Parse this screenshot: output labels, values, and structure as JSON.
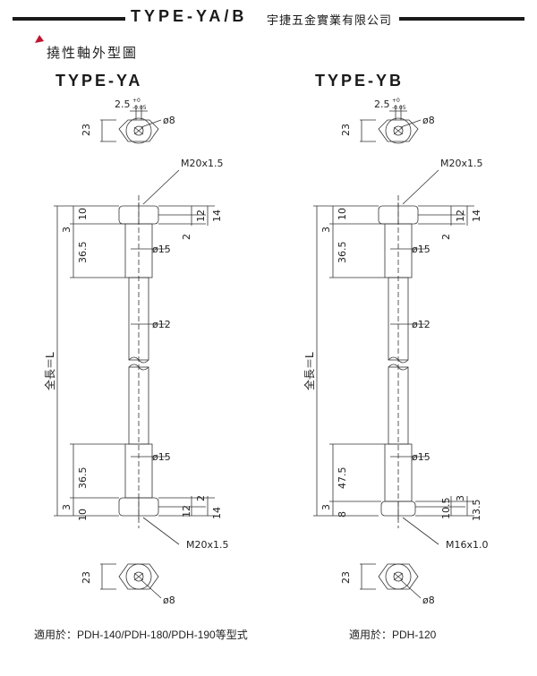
{
  "header": {
    "title": "TYPE-YA/B",
    "company": "宇捷五金實業有限公司"
  },
  "section_title": "撓性軸外型圖",
  "diagrams": [
    {
      "title": "TYPE-YA",
      "dims": {
        "top_gap": "2.5",
        "tol_upper": "+0",
        "tol_lower": "-0.05",
        "hole": "ø8",
        "hex_height": "23",
        "thread_top": "M20x1.5",
        "left_3": "3",
        "left_10": "10",
        "left_36_5": "36.5",
        "right_2": "2",
        "right_12": "12",
        "right_14": "14",
        "d15": "ø15",
        "d12": "ø12",
        "total_length": "全長＝L",
        "d15_bottom": "ø15",
        "left_36_5_b": "36.5",
        "left_3_b": "3",
        "left_10_b": "10",
        "right_12_b": "12",
        "right_2_b": "2",
        "right_14_b": "14",
        "thread_bottom": "M20x1.5",
        "hex_height_b": "23",
        "hole_b": "ø8"
      },
      "applies_to": "適用於：PDH-140/PDH-180/PDH-190等型式"
    },
    {
      "title": "TYPE-YB",
      "dims": {
        "top_gap": "2.5",
        "tol_upper": "+0",
        "tol_lower": "-0.05",
        "hole": "ø8",
        "hex_height": "23",
        "thread_top": "M20x1.5",
        "left_3": "3",
        "left_10": "10",
        "left_36_5": "36.5",
        "right_2": "2",
        "right_12": "12",
        "right_14": "14",
        "d15": "ø15",
        "d12": "ø12",
        "total_length": "全長＝L",
        "d15_bottom": "ø15",
        "left_36_5_b": "47.5",
        "left_3_b": "3",
        "left_10_b": "8",
        "right_12_b": "10.5",
        "right_2_b": "3",
        "right_14_b": "13.5",
        "thread_bottom": "M16x1.0",
        "hex_height_b": "23",
        "hole_b": "ø8"
      },
      "applies_to": "適用於：PDH-120"
    }
  ]
}
